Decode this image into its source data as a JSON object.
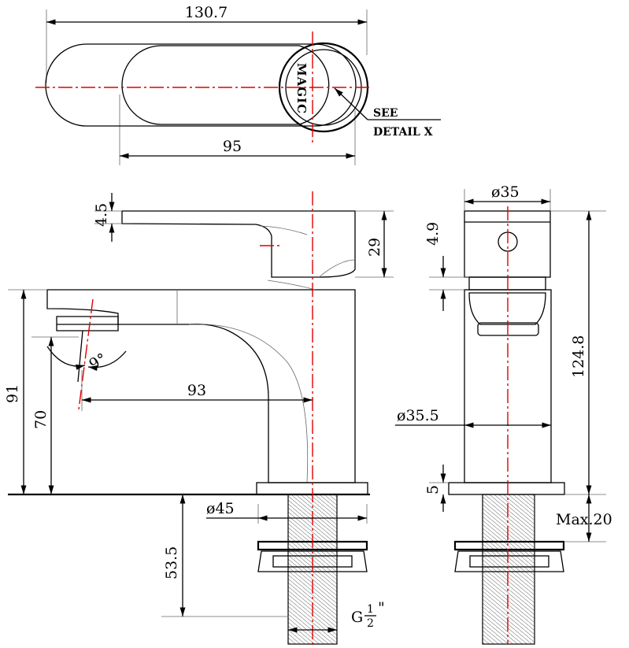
{
  "drawing": {
    "top_view": {
      "dim_overall": "130.7",
      "dim_body": "95",
      "brand_text": "MAGIC",
      "see_label": "SEE",
      "detail_label": "DETAIL X"
    },
    "side_view": {
      "dim_lever_thickness": "4.5",
      "dim_lever_height": "29",
      "dim_total_height": "91",
      "dim_spout_height": "70",
      "dim_spout_reach": "93",
      "dim_spout_angle": "9°",
      "dim_base_dia": "ø45",
      "dim_shank_length": "53.5",
      "thread_size_prefix": "G",
      "thread_size_num": "1",
      "thread_size_den": "2",
      "thread_size_suffix": "\""
    },
    "front_view": {
      "dim_top_dia": "ø35",
      "dim_cap_height": "4.9",
      "dim_overall_height": "124.8",
      "dim_body_dia": "ø35.5",
      "dim_base_plate": "5",
      "dim_max_deck": "Max.20"
    },
    "colors": {
      "line": "#000000",
      "centerline": "#e00000"
    }
  }
}
